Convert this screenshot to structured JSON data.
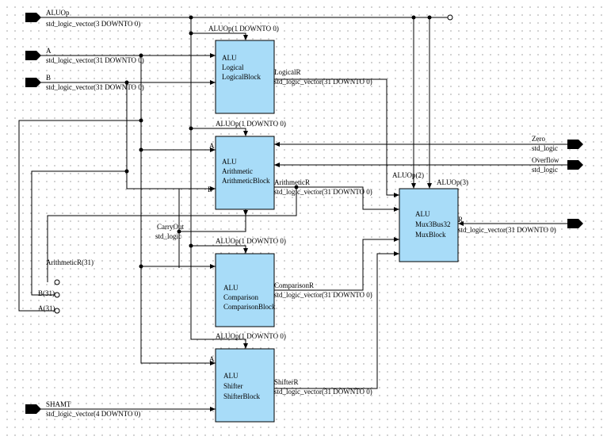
{
  "ports_in": {
    "aluop": {
      "name": "ALUOp",
      "type": "std_logic_vector(3 DOWNTO 0)"
    },
    "a": {
      "name": "A",
      "type": "std_logic_vector(31 DOWNTO 0)"
    },
    "b": {
      "name": "B",
      "type": "std_logic_vector(31 DOWNTO 0)"
    },
    "shamt": {
      "name": "SHAMT",
      "type": "std_logic_vector(4 DOWNTO 0)"
    }
  },
  "ports_out": {
    "zero": {
      "name": "Zero",
      "type": "std_logic"
    },
    "overflow": {
      "name": "Overflow",
      "type": "std_logic"
    },
    "r": {
      "name": "R",
      "type": "std_logic_vector(31 DOWNTO 0)"
    }
  },
  "blocks": {
    "logical": {
      "lib": "ALU",
      "entity": "Logical",
      "instance": "LogicalBlock"
    },
    "arithmetic": {
      "lib": "ALU",
      "entity": "Arithmetic",
      "instance": "ArithmeticBlock"
    },
    "comparison": {
      "lib": "ALU",
      "entity": "Comparison",
      "instance": "ComparisonBlock"
    },
    "shifter": {
      "lib": "ALU",
      "entity": "Shifter",
      "instance": "ShifterBlock"
    },
    "mux": {
      "lib": "ALU",
      "entity": "Mux3Bus32",
      "instance": "MuxBlock"
    }
  },
  "signals": {
    "aluop_slice": "ALUOp(1 DOWNTO 0)",
    "aluop2": "ALUOp(2)",
    "aluop3": "ALUOp(3)",
    "logical_r": "LogicalR",
    "arithmetic_r": "ArithmeticR",
    "comparison_r": "ComparisonR",
    "shifter_r": "ShifterR",
    "bus32": "std_logic_vector(31 DOWNTO 0)",
    "carry_out": "CarryOut",
    "std_logic": "std_logic",
    "arith_r31": "ArithmeticR(31)",
    "b31": "B(31)",
    "a31": "A(31)",
    "pin_a": "A",
    "pin_b": "B"
  }
}
